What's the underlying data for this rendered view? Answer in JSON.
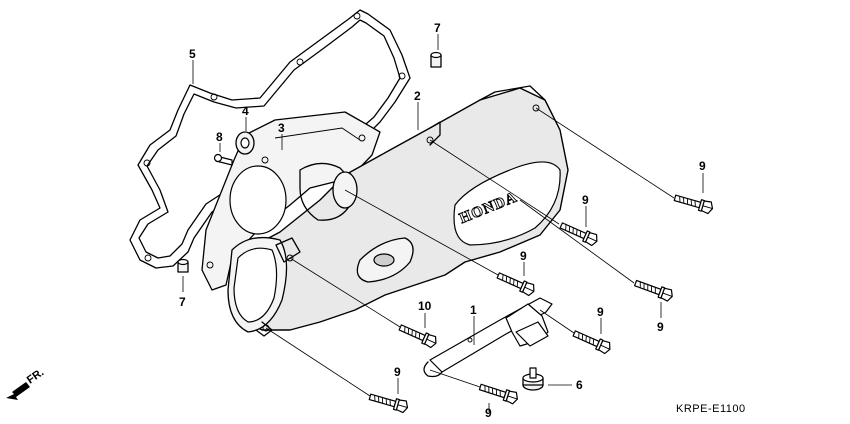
{
  "diagram": {
    "drawing_code": "KRPE-E1100",
    "brand_mark": "HONDA",
    "direction_label": "FR.",
    "callouts": {
      "c1": "1",
      "c2": "2",
      "c3": "3",
      "c4": "4",
      "c5": "5",
      "c6": "6",
      "c7a": "7",
      "c7b": "7",
      "c8": "8",
      "c9a": "9",
      "c9b": "9",
      "c9c": "9",
      "c9d": "9",
      "c9e": "9",
      "c9f": "9",
      "c9g": "9",
      "c10": "10"
    }
  }
}
